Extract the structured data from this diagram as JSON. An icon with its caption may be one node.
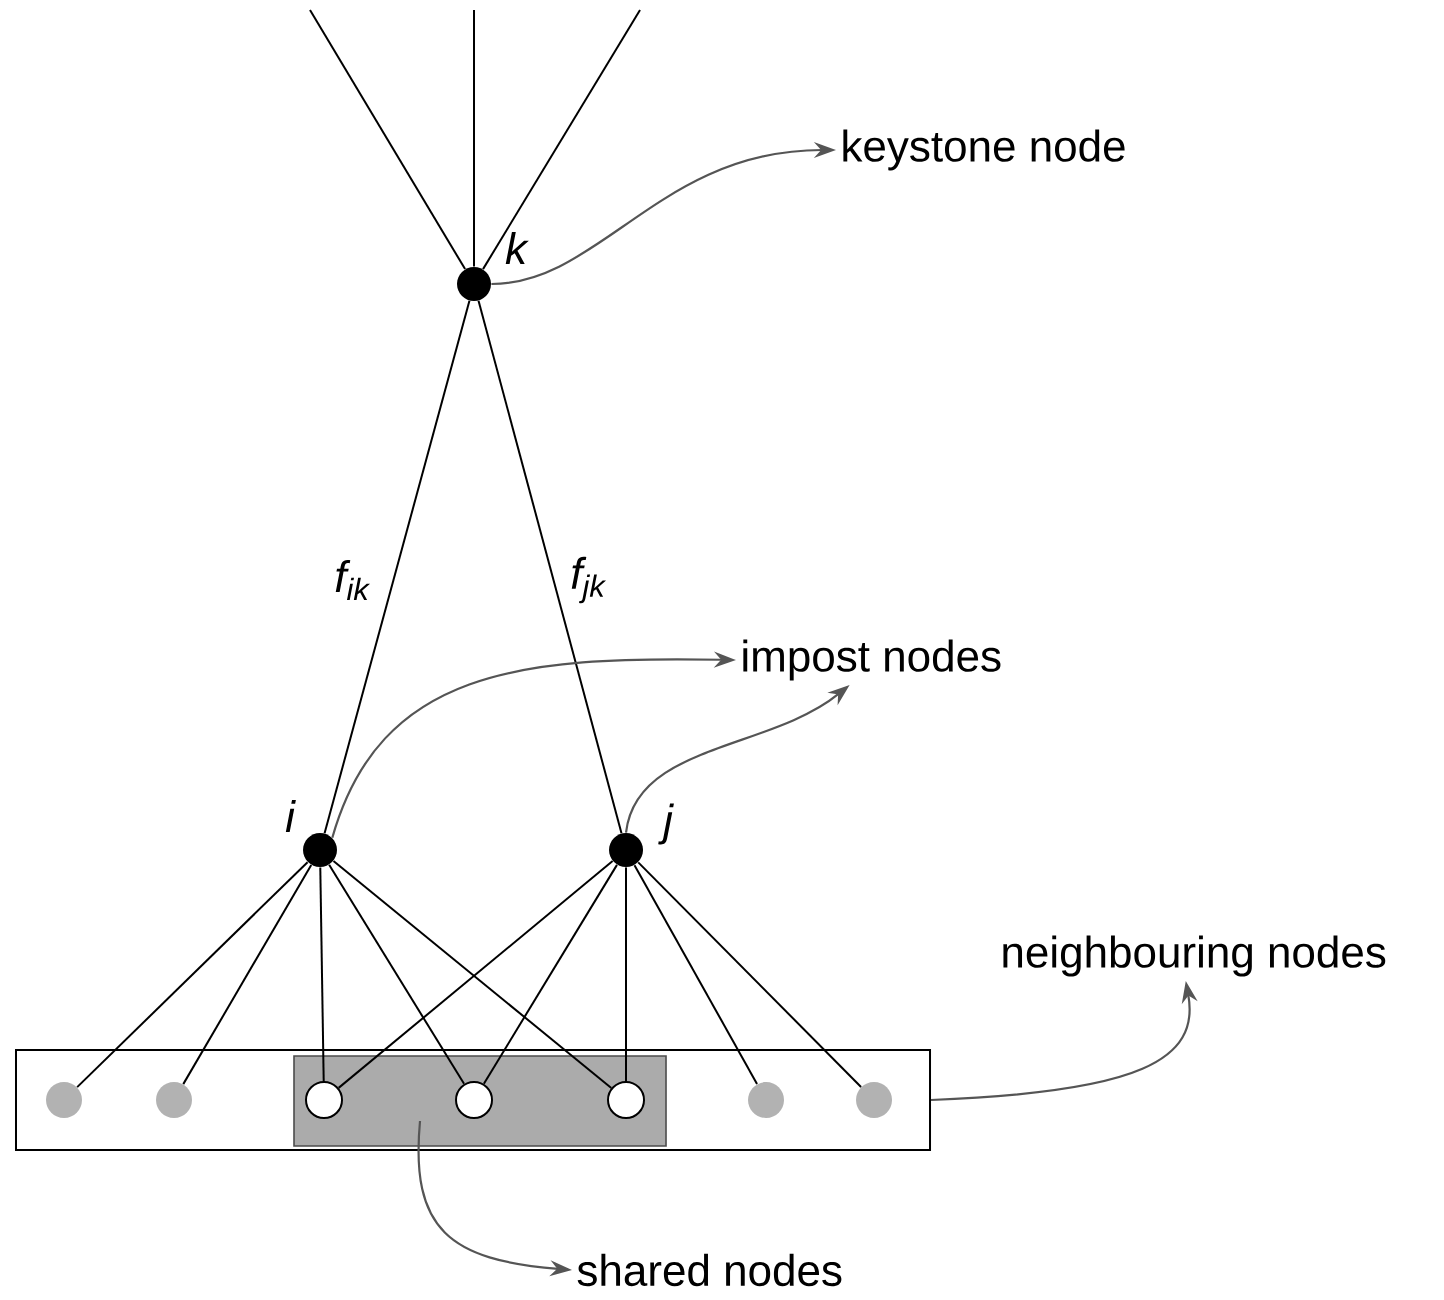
{
  "diagram": {
    "nodes": [
      {
        "text": [],
        "shape": "circle",
        "beside": [
          "k"
        ]
      },
      {
        "text": [],
        "shape": "circle",
        "beside": [
          "i"
        ]
      },
      {
        "text": [],
        "shape": "circle",
        "beside": [
          "j"
        ]
      },
      {
        "text": [],
        "shape": "box"
      },
      {
        "text": [],
        "shape": "box",
        "in": 3
      },
      {
        "text": [],
        "shape": "circle",
        "in": 3
      },
      {
        "text": [],
        "shape": "circle",
        "in": 3
      },
      {
        "text": [],
        "shape": "circle",
        "in": 4
      },
      {
        "text": [],
        "shape": "circle",
        "in": 4
      },
      {
        "text": [],
        "shape": "circle",
        "in": 4
      },
      {
        "text": [],
        "shape": "circle",
        "in": 3
      },
      {
        "text": [],
        "shape": "circle",
        "in": 3
      },
      {
        "text": [
          "keystone node"
        ]
      },
      {
        "text": [
          "impost nodes"
        ]
      },
      {
        "text": [
          "neighbouring nodes"
        ]
      },
      {
        "text": [
          "shared nodes"
        ]
      }
    ],
    "edges": [
      {
        "from": 0,
        "to": 1,
        "arrow": "none",
        "label": "f$_{ik}$"
      },
      {
        "from": 0,
        "to": 2,
        "arrow": "none",
        "label": "f$_{jk}$"
      },
      {
        "from": 1,
        "to": 5,
        "arrow": "none"
      },
      {
        "from": 1,
        "to": 6,
        "arrow": "none"
      },
      {
        "from": 1,
        "to": 7,
        "arrow": "none"
      },
      {
        "from": 1,
        "to": 8,
        "arrow": "none"
      },
      {
        "from": 1,
        "to": 9,
        "arrow": "none"
      },
      {
        "from": 2,
        "to": 7,
        "arrow": "none"
      },
      {
        "from": 2,
        "to": 8,
        "arrow": "none"
      },
      {
        "from": 2,
        "to": 9,
        "arrow": "none"
      },
      {
        "from": 2,
        "to": 10,
        "arrow": "none"
      },
      {
        "from": 2,
        "to": 11,
        "arrow": "none"
      },
      {
        "from": 0,
        "to": null,
        "arrow": "none"
      },
      {
        "from": 0,
        "to": null,
        "arrow": "none"
      },
      {
        "from": 0,
        "to": null,
        "arrow": "none"
      },
      {
        "from": 0,
        "to": 12,
        "arrow": "to",
        "color": "#555555"
      },
      {
        "from": 1,
        "to": 13,
        "arrow": "to",
        "color": "#555555"
      },
      {
        "from": 2,
        "to": 13,
        "arrow": "to",
        "color": "#555555"
      },
      {
        "from": 3,
        "to": 14,
        "arrow": "to",
        "color": "#555555"
      },
      {
        "from": 4,
        "to": 15,
        "arrow": "to",
        "color": "#555555"
      }
    ]
  }
}
